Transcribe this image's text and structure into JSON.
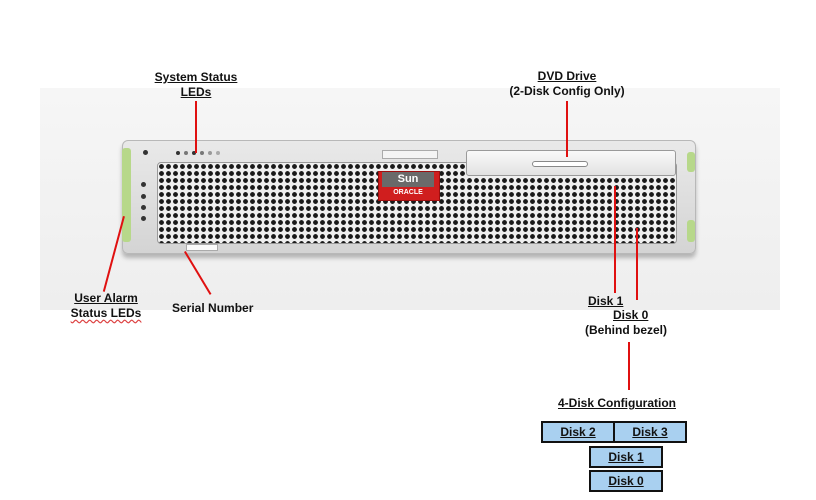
{
  "labels": {
    "system_status": [
      "System Status",
      "LEDs"
    ],
    "dvd": [
      "DVD Drive",
      "(2-Disk Config Only)"
    ],
    "user_alarm": [
      "User Alarm",
      "Status LEDs"
    ],
    "serial": "Serial Number",
    "disk1": "Disk 1",
    "disk0": "Disk 0",
    "behind": "(Behind bezel)",
    "four_disk": "4-Disk Configuration"
  },
  "logo": {
    "brand": "Sun",
    "company": "ORACLE"
  },
  "disk_table": {
    "row1": [
      "Disk 2",
      "Disk 3"
    ],
    "row2": "Disk 1",
    "row3": "Disk 0"
  },
  "colors": {
    "callout_line": "#e01010",
    "disk_fill": "#a9d0f0",
    "bezel_accent": "#b7d88a",
    "logo_red": "#d01e1e"
  }
}
